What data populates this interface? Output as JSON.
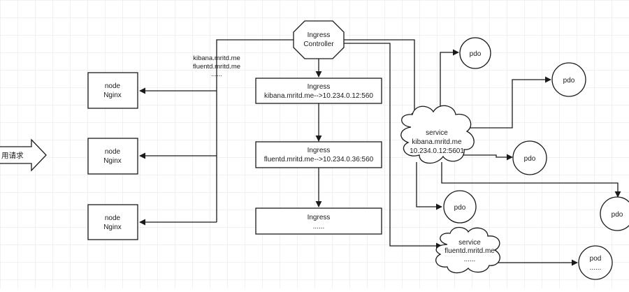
{
  "colors": {
    "grid": "#e3e3e3",
    "stroke": "#1a1a1a",
    "fill": "#ffffff",
    "background": "#ffffff"
  },
  "controller": {
    "line1": "Ingress",
    "line2": "Controller"
  },
  "route_note": {
    "line1": "kibana.mritd.me",
    "line2": "fluentd.mritd.me",
    "line3": "......"
  },
  "user_request": "用请求",
  "nodes": [
    {
      "line1": "node",
      "line2": "Nginx"
    },
    {
      "line1": "node",
      "line2": "Nginx"
    },
    {
      "line1": "node",
      "line2": "Nginx"
    }
  ],
  "ingresses": [
    {
      "line1": "Ingress",
      "line2": "kibana.mritd.me-->10.234.0.12:560"
    },
    {
      "line1": "Ingress",
      "line2": "fluentd.mritd.me-->10.234.0.36:560"
    },
    {
      "line1": "Ingress",
      "line2": "......"
    }
  ],
  "services": [
    {
      "line1": "service",
      "line2": "kibana.mritd.me",
      "line3": "10.234.0.12:5601"
    },
    {
      "line1": "service",
      "line2": "fluentd.mritd.me",
      "line3": "......"
    }
  ],
  "pods": [
    {
      "label": "pdo"
    },
    {
      "label": "pdo"
    },
    {
      "label": "pdo"
    },
    {
      "label": "pdo"
    },
    {
      "label": "pdo"
    },
    {
      "line1": "pod",
      "line2": "......"
    }
  ]
}
